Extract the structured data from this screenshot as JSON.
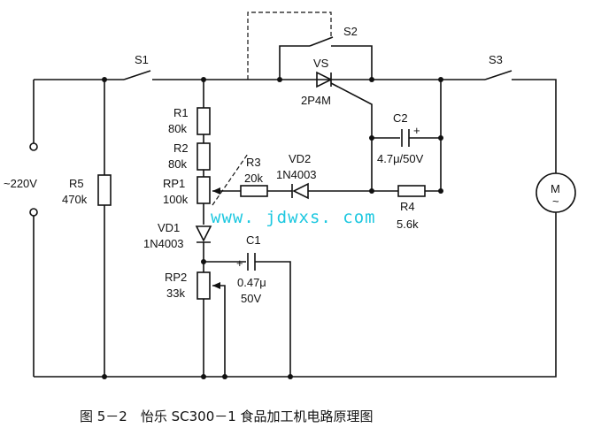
{
  "diagram": {
    "switches": {
      "s1": "S1",
      "s2": "S2",
      "s3": "S3"
    },
    "supply": "~220V",
    "motor": {
      "top": "M",
      "bottom": "~"
    },
    "r5": {
      "name": "R5",
      "value": "470k"
    },
    "r1": {
      "name": "R1",
      "value": "80k"
    },
    "r2": {
      "name": "R2",
      "value": "80k"
    },
    "rp1": {
      "name": "RP1",
      "value": "100k"
    },
    "r3": {
      "name": "R3",
      "value": "20k"
    },
    "vd2": {
      "name": "VD2",
      "value": "1N4003"
    },
    "vs": {
      "name": "VS",
      "value": "2P4M"
    },
    "c2": {
      "name": "C2",
      "value": "4.7μ/50V",
      "plus": "+"
    },
    "r4": {
      "name": "R4",
      "value": "5.6k"
    },
    "vd1": {
      "name": "VD1",
      "value": "1N4003"
    },
    "c1": {
      "name": "C1",
      "value": "0.47μ",
      "voltage": "50V",
      "plus": "+"
    },
    "rp2": {
      "name": "RP2",
      "value": "33k"
    },
    "watermark": "www. jdwxs. com",
    "caption": "图 5－2　怡乐 SC300－1 食品加工机电路原理图"
  }
}
